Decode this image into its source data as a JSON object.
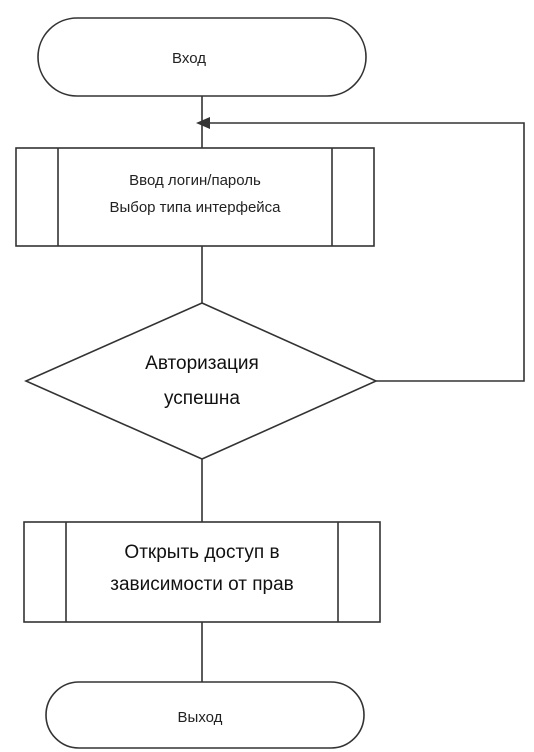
{
  "nodes": {
    "start": {
      "label": "Вход"
    },
    "input": {
      "line1": "Ввод логин/пароль",
      "line2": "Выбор типа интерфейса"
    },
    "decision": {
      "line1": "Авторизация",
      "line2": "успешна"
    },
    "access": {
      "line1": "Открыть доступ в",
      "line2": "зависимости от прав"
    },
    "end": {
      "label": "Выход"
    }
  }
}
